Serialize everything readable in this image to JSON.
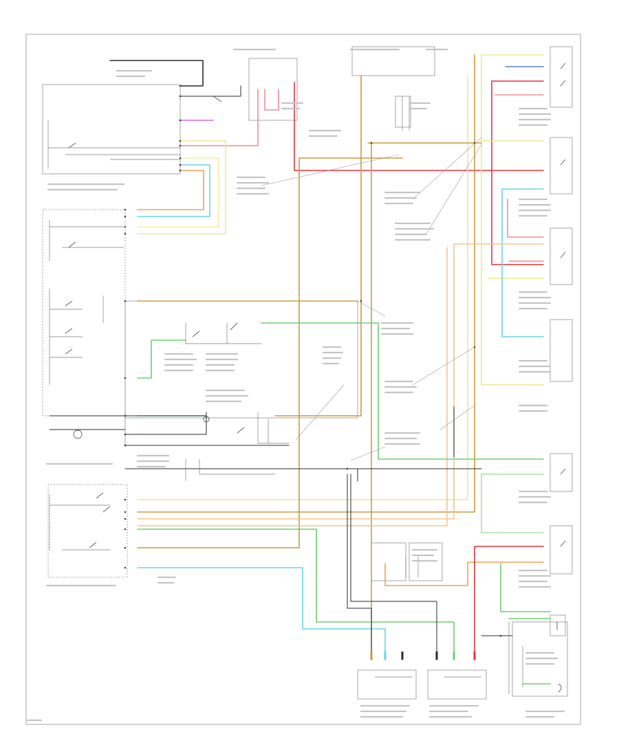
{
  "colors": {
    "pink": "#f08a9a",
    "red": "#e8303a",
    "orange": "#f0a050",
    "tan": "#c89a3e",
    "light_orange": "#f6c48a",
    "yellow": "#f2e68a",
    "cyan": "#66d6e4",
    "green": "#6ccf72",
    "light_green": "#a8e0a0",
    "blue": "#5a7ac8",
    "violet": "#d865e6",
    "black": "#2a2a2a",
    "gray": "#9a9a9a",
    "frame": "#b5b5b5"
  },
  "blocks": [
    {
      "id": "hvac-control-module-top",
      "name": "control-module-block"
    },
    {
      "id": "fuse-block",
      "name": "fuse-block"
    },
    {
      "id": "relay-block",
      "name": "relay-block"
    },
    {
      "id": "actuator-1",
      "name": "actuator-block"
    },
    {
      "id": "actuator-2",
      "name": "actuator-block"
    },
    {
      "id": "actuator-3",
      "name": "actuator-block"
    },
    {
      "id": "actuator-4",
      "name": "actuator-block"
    },
    {
      "id": "rear-actuator-left",
      "name": "rear-actuator-block"
    },
    {
      "id": "rear-actuator-right",
      "name": "rear-actuator-block"
    },
    {
      "id": "compressor-relay",
      "name": "compressor-relay-block"
    }
  ]
}
